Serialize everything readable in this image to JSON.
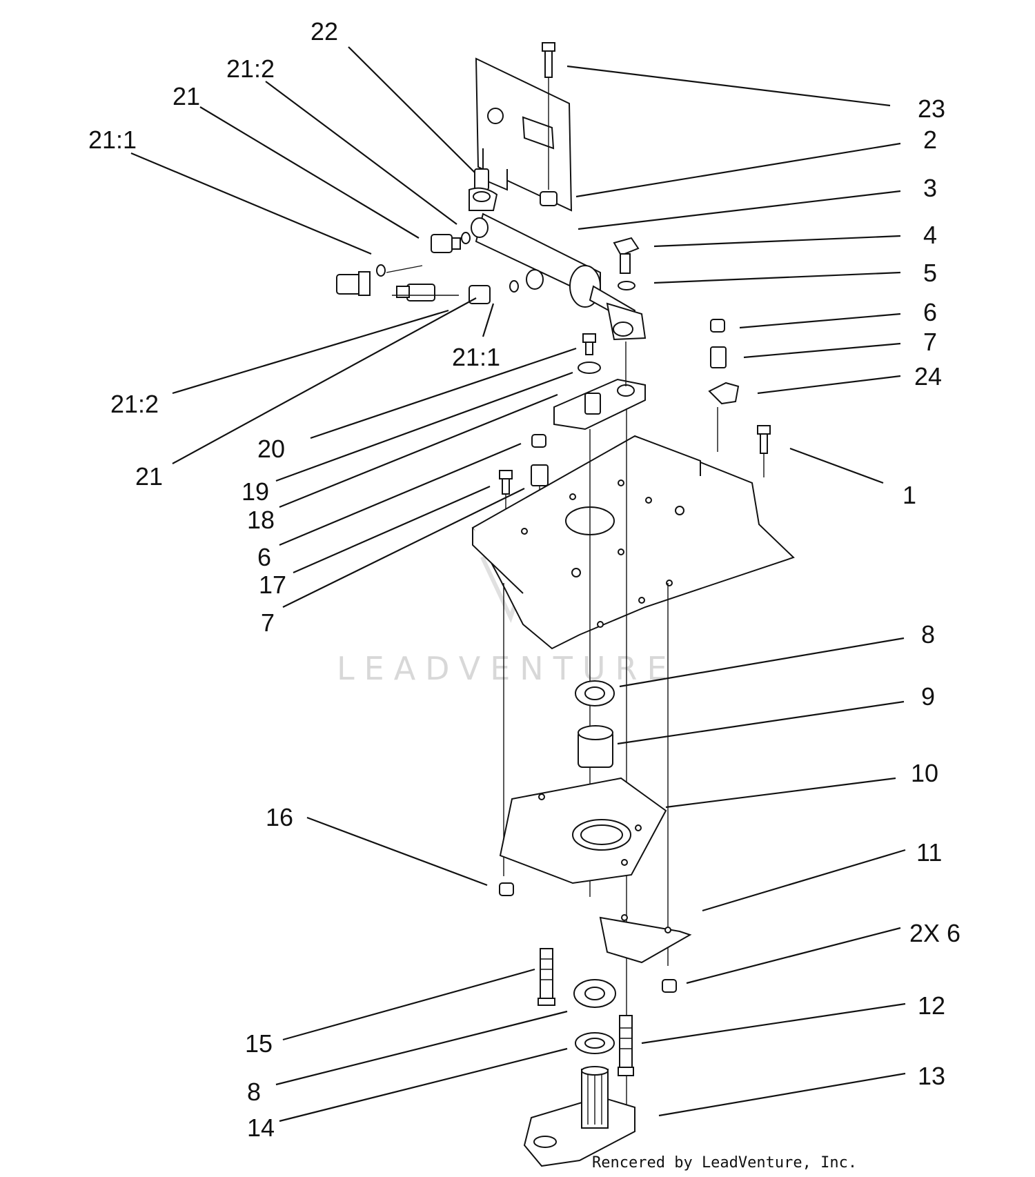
{
  "diagram": {
    "watermark": "LEADVENTURE",
    "credit": "Rencered by LeadVenture, Inc.",
    "labels": {
      "l22": "22",
      "l21_2_top": "21:2",
      "l21_top": "21",
      "l21_1_top": "21:1",
      "l23": "23",
      "l2": "2",
      "l3": "3",
      "l4": "4",
      "l5": "5",
      "l6_right": "6",
      "l7_right": "7",
      "l24": "24",
      "l1": "1",
      "l21_1_mid": "21:1",
      "l21_2_mid": "21:2",
      "l20": "20",
      "l21_mid": "21",
      "l19": "19",
      "l18": "18",
      "l6_left": "6",
      "l17": "17",
      "l7_left": "7",
      "l8_top": "8",
      "l9": "9",
      "l10": "10",
      "l16": "16",
      "l11": "11",
      "l2x6": "2X 6",
      "l12": "12",
      "l15": "15",
      "l8_bottom": "8",
      "l13": "13",
      "l14": "14"
    }
  }
}
